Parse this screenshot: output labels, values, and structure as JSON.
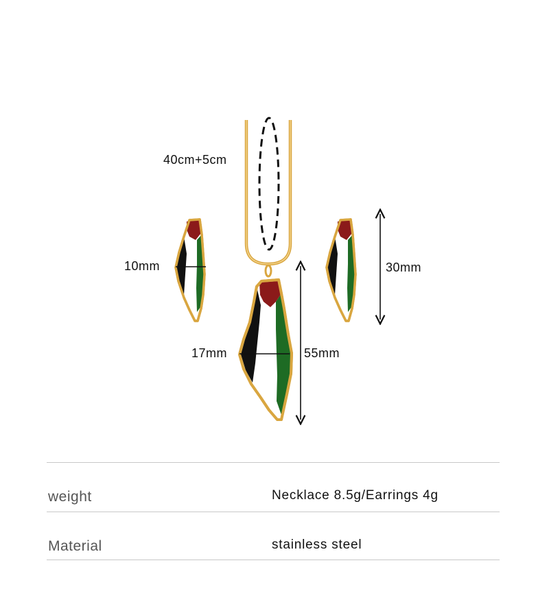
{
  "dimensions": {
    "chain_length": "40cm+5cm",
    "earring_width": "10mm",
    "earring_height": "30mm",
    "pendant_width": "17mm",
    "pendant_height": "55mm"
  },
  "specs": [
    {
      "key": "weight",
      "value": "Necklace 8.5g/Earrings 4g"
    },
    {
      "key": "Material",
      "value": "stainless steel"
    }
  ],
  "colors": {
    "gold": "#d9a640",
    "black": "#111111",
    "white": "#ffffff",
    "green": "#1e6b24",
    "red": "#8b1a1a"
  }
}
